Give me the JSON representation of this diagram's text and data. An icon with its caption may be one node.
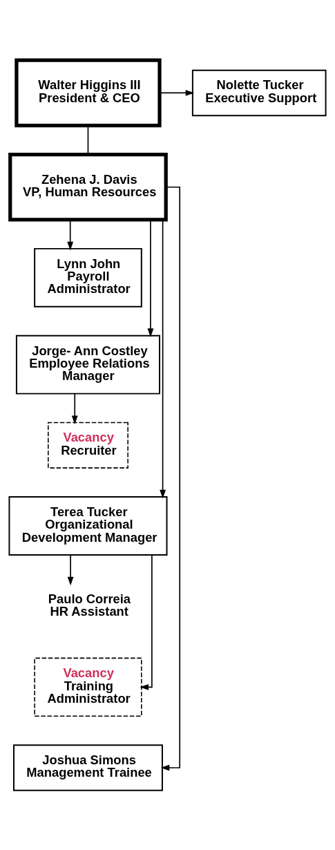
{
  "diagram": {
    "nodes": [
      {
        "text": [
          "Walter Higgins III",
          "President & CEO"
        ]
      },
      {
        "text": [
          "Nolette Tucker",
          "Executive Support"
        ]
      },
      {
        "text": [
          "Zehena J. Davis",
          "VP, Human Resources"
        ]
      },
      {
        "text": [
          "Lynn John",
          "Payroll Administrator"
        ]
      },
      {
        "text": [
          "Jorge- Ann Costley",
          "Employee Relations Manager"
        ]
      },
      {
        "text": [
          "Vacancy",
          "Recruiter"
        ]
      },
      {
        "text": [
          "Terea Tucker",
          "Organizational Development Manager"
        ]
      },
      {
        "text": [
          "Paulo Correia",
          "HR Assistant"
        ]
      },
      {
        "text": [
          "Vacancy",
          "Training Administrator"
        ]
      },
      {
        "text": [
          "Joshua Simons",
          "Management Trainee"
        ]
      }
    ],
    "edges": [
      {
        "from": 0,
        "to": 1,
        "arrow": "to"
      },
      {
        "from": 0,
        "to": 2,
        "arrow": "none"
      },
      {
        "from": 2,
        "to": 3,
        "arrow": "to"
      },
      {
        "from": 2,
        "to": 4,
        "arrow": "to"
      },
      {
        "from": 4,
        "to": 5,
        "arrow": "to"
      },
      {
        "from": 2,
        "to": 6,
        "arrow": "to"
      },
      {
        "from": 6,
        "to": 7,
        "arrow": "to"
      },
      {
        "from": 6,
        "to": 8,
        "arrow": "to"
      },
      {
        "from": 2,
        "to": 9,
        "arrow": "to"
      }
    ]
  }
}
